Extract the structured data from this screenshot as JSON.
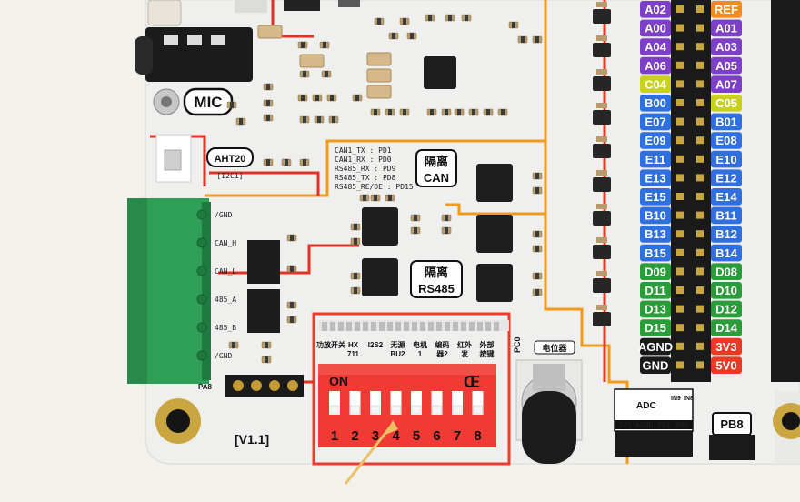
{
  "labels": {
    "mic": "MIC",
    "aht20": "AHT20",
    "i2c": "[I2C1]",
    "isolation": "隔离",
    "can": "CAN",
    "rs485": "RS485",
    "version": "[V1.1]",
    "pot": "电位器",
    "pc0": "PC0",
    "pb8": "PB8",
    "pa": "PA8"
  },
  "pinmap": [
    "CAN1_TX  : PD1",
    "CAN1_RX  : PD0",
    "RS485_RX : PD9",
    "RS485_TX : PD8",
    "RS485_RE/DE : PD15"
  ],
  "terminals": [
    "/GND",
    "CAN_H",
    "CAN_L",
    "485_A",
    "485_B",
    "/GND"
  ],
  "dip": {
    "on_label": "ON",
    "brand_glyph": "Œ",
    "numbers": [
      "1",
      "2",
      "3",
      "4",
      "5",
      "6",
      "7",
      "8"
    ],
    "top_labels": [
      "功放开关",
      "HX 711",
      "I2S2",
      "无源 BU2",
      "电机 1",
      "编码 器2",
      "红外 发",
      "外部 按键"
    ]
  },
  "adc": {
    "title": "ADC",
    "in9": "IN9",
    "in8": "IN8",
    "p1": "3V3",
    "p2": "AGND",
    "p3": "PB1",
    "p4": "PB0"
  },
  "pins_left": [
    {
      "label": "A02",
      "color": "#7d3fc7"
    },
    {
      "label": "A00",
      "color": "#7d3fc7"
    },
    {
      "label": "A04",
      "color": "#7d3fc7"
    },
    {
      "label": "A06",
      "color": "#7d3fc7"
    },
    {
      "label": "C04",
      "color": "#c9d11f",
      "text": "#111"
    },
    {
      "label": "B00",
      "color": "#2f6fe0"
    },
    {
      "label": "E07",
      "color": "#2f6fe0"
    },
    {
      "label": "E09",
      "color": "#2f6fe0"
    },
    {
      "label": "E11",
      "color": "#2f6fe0"
    },
    {
      "label": "E13",
      "color": "#2f6fe0"
    },
    {
      "label": "E15",
      "color": "#2f6fe0"
    },
    {
      "label": "B10",
      "color": "#2f6fe0"
    },
    {
      "label": "B13",
      "color": "#2f6fe0"
    },
    {
      "label": "B15",
      "color": "#2f6fe0"
    },
    {
      "label": "D09",
      "color": "#2a9d3a"
    },
    {
      "label": "D11",
      "color": "#2a9d3a"
    },
    {
      "label": "D13",
      "color": "#2a9d3a"
    },
    {
      "label": "D15",
      "color": "#2a9d3a"
    },
    {
      "label": "AGND",
      "color": "#1a1a1a"
    },
    {
      "label": "GND",
      "color": "#1a1a1a"
    }
  ],
  "pins_right": [
    {
      "label": "REF",
      "color": "#f28a1c"
    },
    {
      "label": "A01",
      "color": "#7d3fc7"
    },
    {
      "label": "A03",
      "color": "#7d3fc7"
    },
    {
      "label": "A05",
      "color": "#7d3fc7"
    },
    {
      "label": "A07",
      "color": "#7d3fc7"
    },
    {
      "label": "C05",
      "color": "#c9d11f",
      "text": "#111"
    },
    {
      "label": "B01",
      "color": "#2f6fe0"
    },
    {
      "label": "E08",
      "color": "#2f6fe0"
    },
    {
      "label": "E10",
      "color": "#2f6fe0"
    },
    {
      "label": "E12",
      "color": "#2f6fe0"
    },
    {
      "label": "E14",
      "color": "#2f6fe0"
    },
    {
      "label": "B11",
      "color": "#2f6fe0"
    },
    {
      "label": "B12",
      "color": "#2f6fe0"
    },
    {
      "label": "B14",
      "color": "#2f6fe0"
    },
    {
      "label": "D08",
      "color": "#2a9d3a"
    },
    {
      "label": "D10",
      "color": "#2a9d3a"
    },
    {
      "label": "D12",
      "color": "#2a9d3a"
    },
    {
      "label": "D14",
      "color": "#2a9d3a"
    },
    {
      "label": "3V3",
      "color": "#e83a25"
    },
    {
      "label": "5V0",
      "color": "#e83a25"
    }
  ]
}
